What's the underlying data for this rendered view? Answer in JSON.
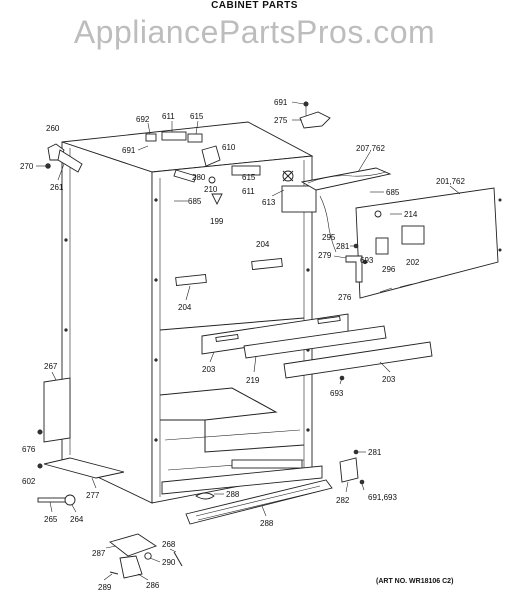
{
  "header": {
    "title": "CABINET PARTS",
    "watermark": "AppliancePartsPros.com"
  },
  "footer": {
    "art_no": "(ART NO. WR18106 C2)"
  },
  "callouts": [
    {
      "id": "c691a",
      "text": "691"
    },
    {
      "id": "c275",
      "text": "275"
    },
    {
      "id": "c692",
      "text": "692"
    },
    {
      "id": "c611a",
      "text": "611"
    },
    {
      "id": "c615a",
      "text": "615"
    },
    {
      "id": "c260",
      "text": "260"
    },
    {
      "id": "c691b",
      "text": "691"
    },
    {
      "id": "c610",
      "text": "610"
    },
    {
      "id": "c207",
      "text": "207,762"
    },
    {
      "id": "c270",
      "text": "270"
    },
    {
      "id": "c261",
      "text": "261"
    },
    {
      "id": "c280",
      "text": "280"
    },
    {
      "id": "c615b",
      "text": "615"
    },
    {
      "id": "c210",
      "text": "210"
    },
    {
      "id": "c611b",
      "text": "611"
    },
    {
      "id": "c613",
      "text": "613"
    },
    {
      "id": "c685a",
      "text": "685"
    },
    {
      "id": "c201",
      "text": "201,762"
    },
    {
      "id": "c685b",
      "text": "685"
    },
    {
      "id": "c214",
      "text": "214"
    },
    {
      "id": "c199",
      "text": "199"
    },
    {
      "id": "c295",
      "text": "295"
    },
    {
      "id": "c204a",
      "text": "204"
    },
    {
      "id": "c281a",
      "text": "281"
    },
    {
      "id": "c279",
      "text": "279"
    },
    {
      "id": "c693a",
      "text": "693"
    },
    {
      "id": "c296",
      "text": "296"
    },
    {
      "id": "c202",
      "text": "202"
    },
    {
      "id": "c204b",
      "text": "204"
    },
    {
      "id": "c276",
      "text": "276"
    },
    {
      "id": "c203a",
      "text": "203"
    },
    {
      "id": "c267",
      "text": "267"
    },
    {
      "id": "c219",
      "text": "219"
    },
    {
      "id": "c203b",
      "text": "203"
    },
    {
      "id": "c693b",
      "text": "693"
    },
    {
      "id": "c676",
      "text": "676"
    },
    {
      "id": "c281b",
      "text": "281"
    },
    {
      "id": "c602",
      "text": "602"
    },
    {
      "id": "c277",
      "text": "277"
    },
    {
      "id": "c288a",
      "text": "288"
    },
    {
      "id": "c282",
      "text": "282"
    },
    {
      "id": "c691c",
      "text": "691,693"
    },
    {
      "id": "c265",
      "text": "265"
    },
    {
      "id": "c264",
      "text": "264"
    },
    {
      "id": "c288b",
      "text": "288"
    },
    {
      "id": "c287",
      "text": "287"
    },
    {
      "id": "c268",
      "text": "268"
    },
    {
      "id": "c290",
      "text": "290"
    },
    {
      "id": "c289",
      "text": "289"
    },
    {
      "id": "c286",
      "text": "286"
    }
  ]
}
